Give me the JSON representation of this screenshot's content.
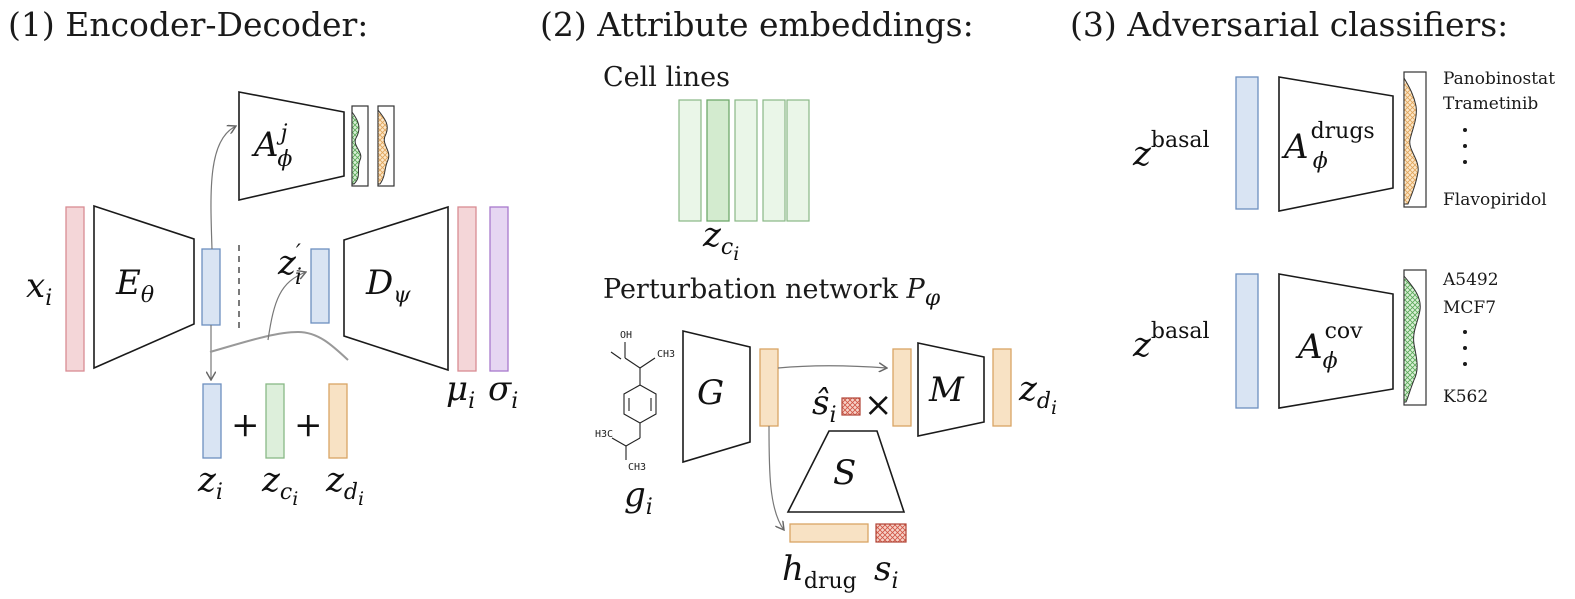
{
  "sections": {
    "s1": {
      "title": "(1) Encoder-Decoder:"
    },
    "s2": {
      "title": "(2) Attribute embeddings:",
      "cell_lines": "Cell lines",
      "pert_prefix": "Perturbation network "
    },
    "s3": {
      "title": "(3) Adversarial classifiers:"
    }
  },
  "enc": {
    "x": "x",
    "x_sub": "i",
    "E": "E",
    "E_sub": "θ",
    "D": "D",
    "D_sub": "ψ",
    "A": "A",
    "A_sup": "j",
    "A_sub": "ϕ",
    "zp": "z",
    "zp_sup": "′",
    "zp_sub": "i",
    "mu": "μ",
    "mu_sub": "i",
    "sigma": "σ",
    "sigma_sub": "i",
    "z1": "z",
    "z1_sub": "i",
    "z2": "z",
    "z2_sub": "c",
    "z2_subsub": "i",
    "z3": "z",
    "z3_sub": "d",
    "z3_subsub": "i",
    "plus": "+"
  },
  "emb": {
    "zc": "z",
    "zc_sub": "c",
    "zc_subsub": "i",
    "P": "P",
    "P_sub": "φ",
    "G": "G",
    "M": "M",
    "S": "S",
    "s_hat": "ŝ",
    "s_hat_sub": "i",
    "times": "×",
    "zd": "z",
    "zd_sub": "d",
    "zd_subsub": "i",
    "g": "g",
    "g_sub": "i",
    "h": "h",
    "h_sub": "drug",
    "s": "s",
    "s_sub": "i",
    "chem": {
      "oh": "OH",
      "ch3a": "CH3",
      "h3c": "H3C",
      "ch3b": "CH3"
    }
  },
  "adv": {
    "zb1": "z",
    "zb1_sup": "basal",
    "A1": "A",
    "A1_sup": "drugs",
    "A1_sub": "ϕ",
    "drugs": [
      "Panobinostat",
      "Trametinib",
      "Flavopiridol"
    ],
    "zb2": "z",
    "zb2_sup": "basal",
    "A2": "A",
    "A2_sup": "cov",
    "A2_sub": "ϕ",
    "cells": [
      "A5492",
      "MCF7",
      "K562"
    ]
  },
  "colors": {
    "red_fill": "#f4d6d8",
    "red_stroke": "#d98c93",
    "blue_fill": "#d9e4f3",
    "blue_stroke": "#6d8fbf",
    "green_fill": "#ddefdb",
    "green_stroke": "#89b886",
    "orange_fill": "#f8e2c4",
    "orange_stroke": "#d9a564",
    "purple_fill": "#e6d6f2",
    "purple_stroke": "#a879cc",
    "hatch_red": "#d05545",
    "hatch_orange": "#e0a45a",
    "hatch_green": "#5aa858"
  }
}
